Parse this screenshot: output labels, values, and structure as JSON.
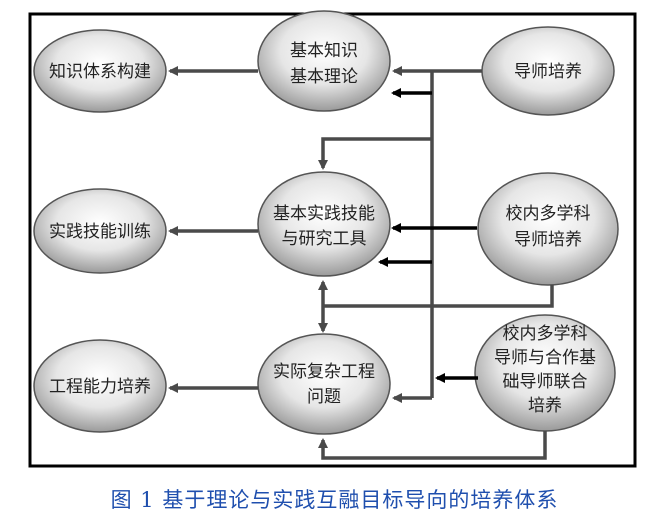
{
  "nodes": {
    "knowledge_system": "知识体系构建",
    "basic_knowledge_line1": "基本知识",
    "basic_knowledge_line2": "基本理论",
    "advisor_training": "导师培养",
    "practice_skill_training": "实践技能训练",
    "basic_practice_line1": "基本实践技能",
    "basic_practice_line2": "与研究工具",
    "multi_disciplinary_line1": "校内多学科",
    "multi_disciplinary_line2": "导师培养",
    "engineering_ability": "工程能力培养",
    "complex_problem_line1": "实际复杂工程",
    "complex_problem_line2": "问题",
    "joint_base_line1": "校内多学科",
    "joint_base_line2": "导师与合作基",
    "joint_base_line3": "础导师联合",
    "joint_base_line4": "培养"
  },
  "caption": {
    "figure_label": "图 1",
    "title": "基于理论与实践互融目标导向的培养体系"
  }
}
